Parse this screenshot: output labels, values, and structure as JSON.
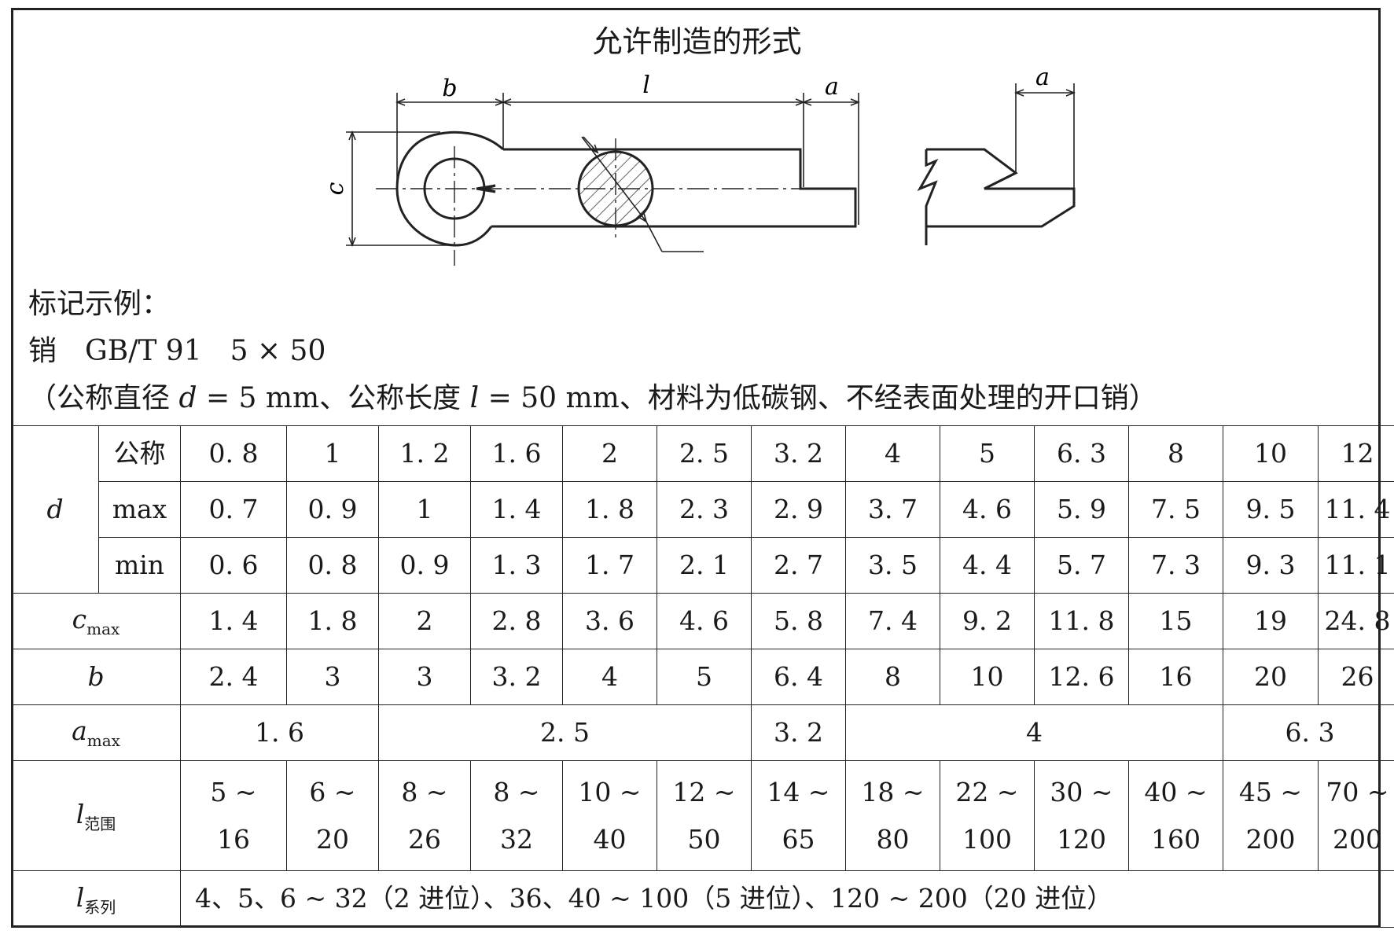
{
  "title": "允许制造的形式",
  "diagram": {
    "dim_b": "b",
    "dim_l": "l",
    "dim_a": "a",
    "dim_c": "c",
    "dim_a2": "a"
  },
  "marking": {
    "heading": "标记示例：",
    "example": "销　GB/T 91　5 × 50",
    "description_parts": [
      "（公称直径 ",
      "d",
      " = 5 mm、公称长度 ",
      "l",
      " = 50 mm、材料为低碳钢、不经表面处理的开口销）"
    ]
  },
  "table": {
    "d_label": "d",
    "nominal_label": "公称",
    "max_label": "max",
    "min_label": "min",
    "d_nominal": [
      "0. 8",
      "1",
      "1. 2",
      "1. 6",
      "2",
      "2. 5",
      "3. 2",
      "4",
      "5",
      "6. 3",
      "8",
      "10",
      "12"
    ],
    "d_max": [
      "0. 7",
      "0. 9",
      "1",
      "1. 4",
      "1. 8",
      "2. 3",
      "2. 9",
      "3. 7",
      "4. 6",
      "5. 9",
      "7. 5",
      "9. 5",
      "11. 4"
    ],
    "d_min": [
      "0. 6",
      "0. 8",
      "0. 9",
      "1. 3",
      "1. 7",
      "2. 1",
      "2. 7",
      "3. 5",
      "4. 4",
      "5. 7",
      "7. 3",
      "9. 3",
      "11. 1"
    ],
    "c_label": "c",
    "c_sub": "max",
    "c_max": [
      "1. 4",
      "1. 8",
      "2",
      "2. 8",
      "3. 6",
      "4. 6",
      "5. 8",
      "7. 4",
      "9. 2",
      "11. 8",
      "15",
      "19",
      "24. 8"
    ],
    "b_label": "b",
    "b": [
      "2. 4",
      "3",
      "3",
      "3. 2",
      "4",
      "5",
      "6. 4",
      "8",
      "10",
      "12. 6",
      "16",
      "20",
      "26"
    ],
    "a_label": "a",
    "a_sub": "max",
    "a_max": [
      "1. 6",
      "2. 5",
      "3. 2",
      "4",
      "6. 3"
    ],
    "l_label": "l",
    "l_range_sub": "范围",
    "l_range_top": [
      "5 ~",
      "6 ~",
      "8 ~",
      "8 ~",
      "10 ~",
      "12 ~",
      "14 ~",
      "18 ~",
      "22 ~",
      "30 ~",
      "40 ~",
      "45 ~",
      "70 ~"
    ],
    "l_range_bottom": [
      "16",
      "20",
      "26",
      "32",
      "40",
      "50",
      "65",
      "80",
      "100",
      "120",
      "160",
      "200",
      "200"
    ],
    "l_series_sub": "系列",
    "l_series": "4、5、6 ~ 32（2 进位）、36、40 ~ 100（5 进位）、120 ~ 200（20 进位）"
  }
}
